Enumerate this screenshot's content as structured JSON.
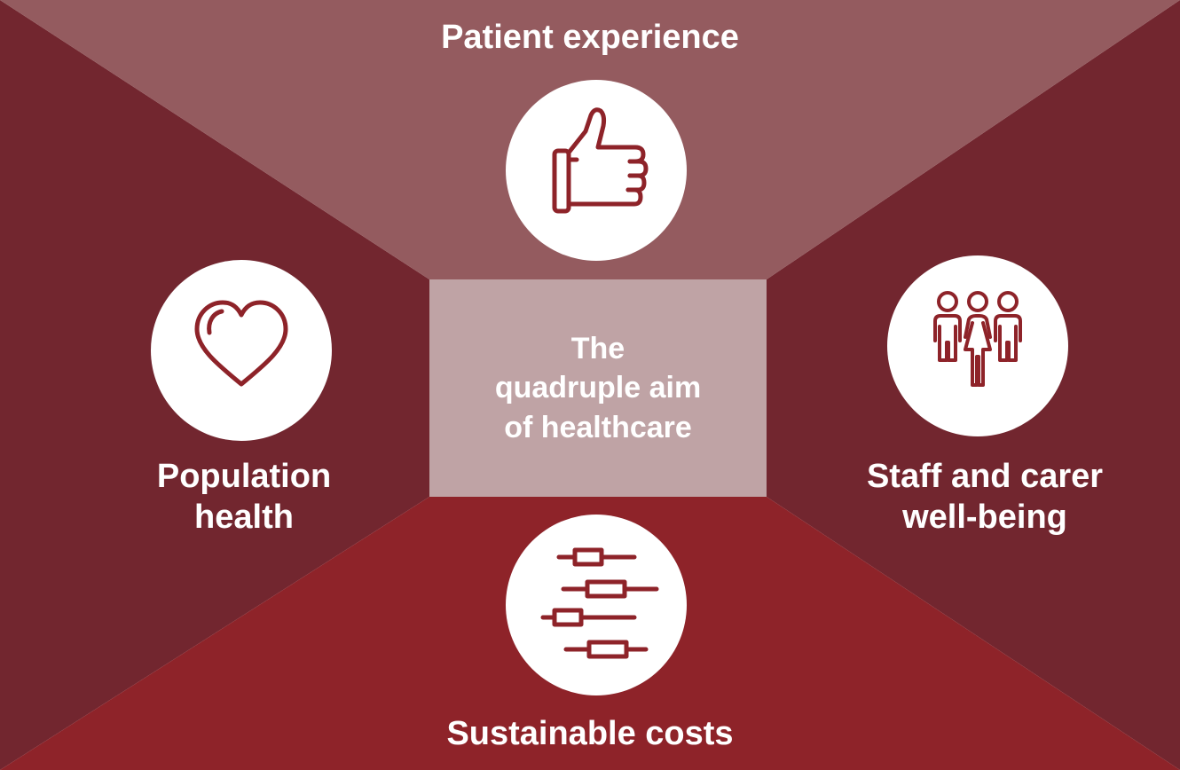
{
  "colors": {
    "top_panel": "#945b5f",
    "side_panels": "#72262f",
    "bottom_panel": "#8e2329",
    "center_box": "#bfa3a5",
    "icon_stroke": "#8e2329",
    "text": "#ffffff"
  },
  "diagram": {
    "center": {
      "line1": "The",
      "line2": "quadruple aim",
      "line3": "of healthcare"
    },
    "top": {
      "label": "Patient experience",
      "icon": "thumbs-up-icon"
    },
    "left": {
      "line1": "Population",
      "line2": "health",
      "icon": "heart-icon"
    },
    "right": {
      "line1": "Staff and carer",
      "line2": "well-being",
      "icon": "people-group-icon"
    },
    "bottom": {
      "label": "Sustainable costs",
      "icon": "gantt-chart-icon"
    }
  }
}
